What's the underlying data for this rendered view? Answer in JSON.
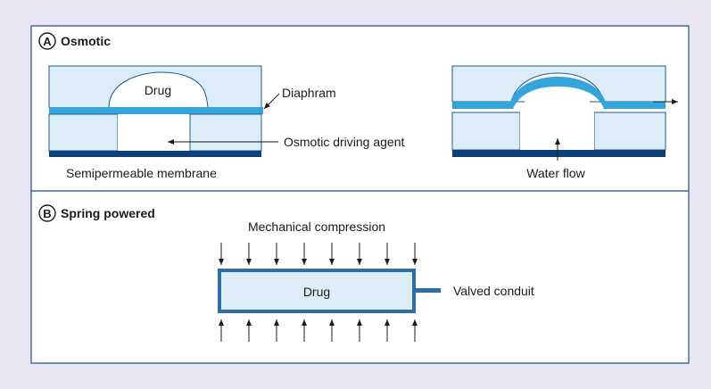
{
  "panel_a": {
    "letter": "A",
    "title": "Osmotic",
    "labels": {
      "drug": "Drug",
      "diaphram": "Diaphram",
      "osmotic_agent": "Osmotic driving agent",
      "membrane": "Semipermeable membrane",
      "water_flow": "Water flow"
    }
  },
  "panel_b": {
    "letter": "B",
    "title": "Spring powered",
    "labels": {
      "compression": "Mechanical compression",
      "drug": "Drug",
      "conduit": "Valved conduit"
    }
  },
  "colors": {
    "background": "#e8e6f3",
    "panel": "#ffffff",
    "frame": "#1b4f8a",
    "light_fill": "#dcedf7",
    "diaphragm": "#34a4db",
    "membrane": "#0d3f7a",
    "outline": "#1d5c8f"
  }
}
